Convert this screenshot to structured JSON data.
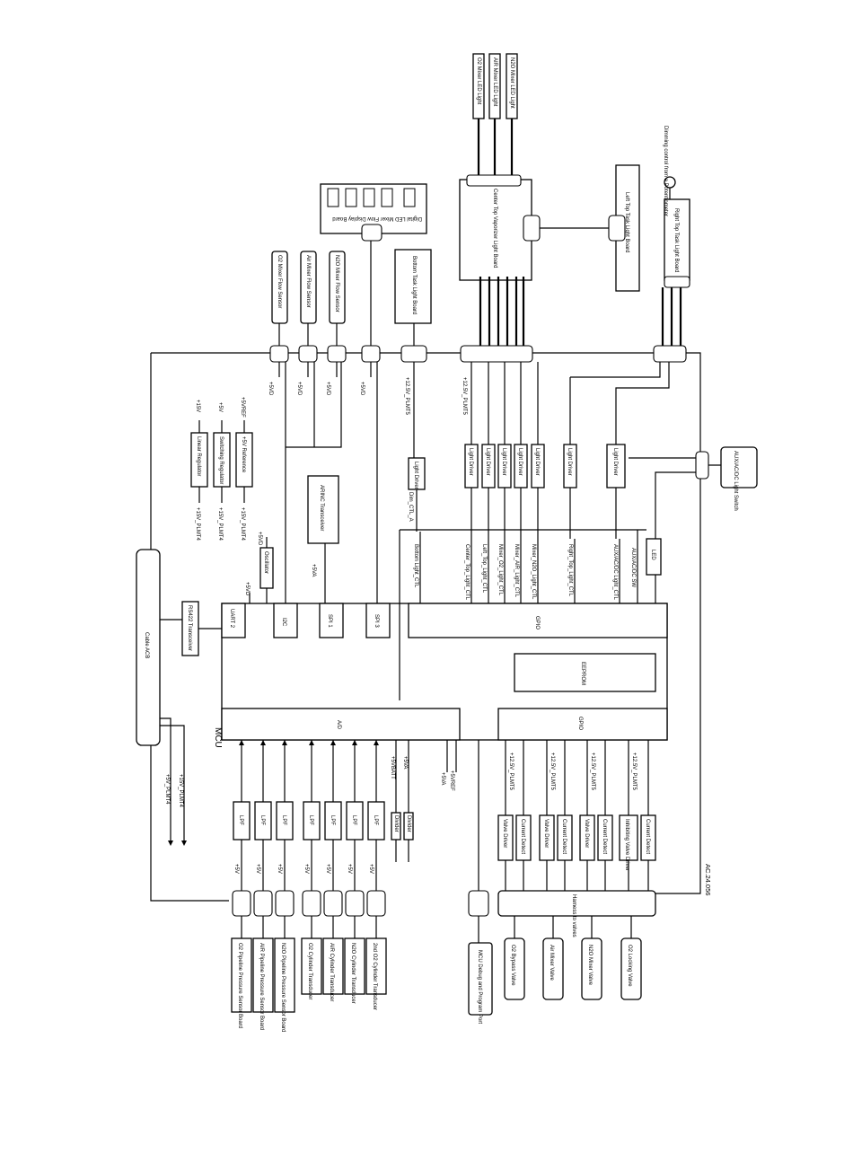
{
  "mcu_label": "MCU",
  "blocks": {
    "uart": "UART 2",
    "i2c": "I2C",
    "spi1": "SPI 1",
    "spi3": "SPI 3",
    "gpio_top": "GPIO",
    "eeprom": "EEPROM",
    "ad": "A/D",
    "gpio_bottom": "GPIO",
    "cable_acb": "Cable ACB",
    "rs422": "RS422 Transceiver",
    "oscillator": "Oscillator",
    "arinc": "ARINC Transceiver",
    "linear_reg": "Linear Regulator",
    "switching_reg": "Switching Regulator",
    "ref_5v": "+5V Reference",
    "led": "LED",
    "harness": "Harness to valves",
    "mcu_debug": "MCU Debug and Program Port"
  },
  "sensors_top": [
    "O2 Mixer Flow Sensor",
    "Air Mixer Flow Sensor",
    "N2O Mixer Flow Sensor"
  ],
  "boards": {
    "display": "Digital LED Mixer Flow Display Board",
    "bottom_task": "Bottom Task Light Board",
    "center_top": "Center Top Vaporizer Light Board",
    "left_top": "Left Top Task Light Board",
    "right_top": "Right Top Task Light Board",
    "o2_led": "O2 Mixer LED Light",
    "air_led": "AIR Mixer LED Light",
    "n2o_led": "N2O Mixer LED Light",
    "dimming_control": "Dimming control from a Potentiometer",
    "aux_light": "AUX/AC/DC Light Switch"
  },
  "light_driver": "Light Driver",
  "lpf": "LPF",
  "divider": "Divider",
  "valve_driver": "Valve Driver",
  "current_detect": "Current Detect",
  "inhibit_valve": "Inhibiting Valve Driver",
  "sensor_boards_bottom": [
    "O2 Pipeline Pressure Sensor Board",
    "AIR Pipeline Pressure Sensor Board",
    "N2O Pipeline Pressure Sensor Board",
    "O2 Cylinder Transducer",
    "AIR Cylinder Transducer",
    "N2O Cylinder Transducer",
    "2nd O2 Cylinder Transducer"
  ],
  "valves": [
    "O2 Bypass Valve",
    "Air Mixer Valve",
    "N2O Mixer Valve",
    "O2 Locking Valve"
  ],
  "rail_labels": {
    "p5v": "+5V",
    "p5vd": "+5VD",
    "p12v": "+12.5V_PLMT5",
    "p5v_plmt4": "+5V_PLMT4",
    "p15v_plmt4": "+15V_PLMT4",
    "p5ref": "+5VREF",
    "p15v": "+15V",
    "dim_ctl": "Dim_CTL_A",
    "p5va": "+5VA",
    "p5vbatt": "+5VBATT"
  },
  "control_labels": [
    "Bottom Light_CTL",
    "Center_Top_Light_CTL",
    "Left_Top_Light_CTL",
    "Mixer_O2_Light_CTL",
    "Mixer_AIR_Light_CTL",
    "Mixer_N2O_Light_CTL",
    "Right_Top_Light_CTL",
    "AUX/AC/DC Light_CTL",
    "AUX/AC/DC SW"
  ],
  "figure_id": "AC.24.056"
}
